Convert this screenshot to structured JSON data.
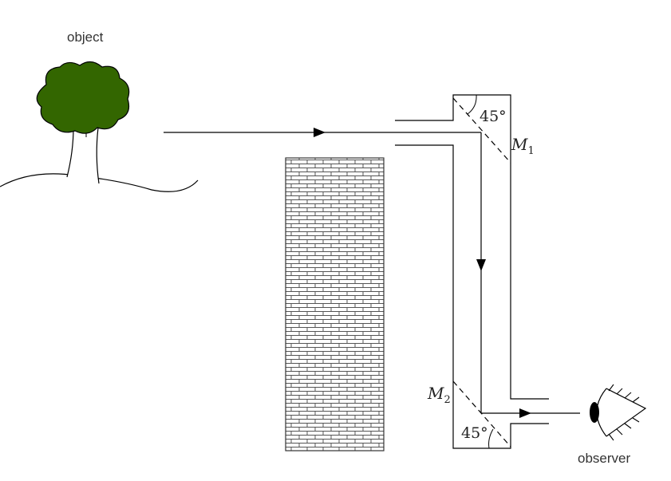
{
  "labels": {
    "object": "object",
    "observer": "observer",
    "angle_top": "45°",
    "angle_bottom": "45°",
    "mirror_top_letter": "M",
    "mirror_top_sub": "1",
    "mirror_bottom_letter": "M",
    "mirror_bottom_sub": "2"
  },
  "colors": {
    "foliage": "#336600",
    "brick": "#555555",
    "line": "#000000"
  },
  "icons": {
    "tree": "tree-icon",
    "eye": "eye-icon"
  }
}
